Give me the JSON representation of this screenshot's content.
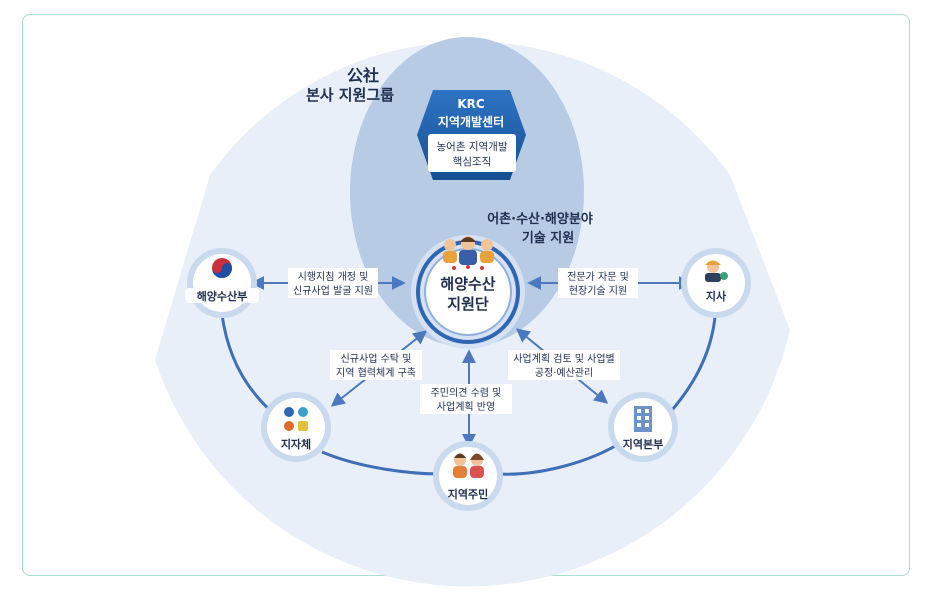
{
  "hq": {
    "title_line1": "公社",
    "title_line2": "본사 지원그룹",
    "krc_line1": "KRC",
    "krc_line2": "지역개발센터",
    "core_line1": "농어촌 지역개발",
    "core_line2": "핵심조직"
  },
  "tech_support": {
    "line1": "어촌·수산·해양분야",
    "line2": "기술 지원"
  },
  "center": {
    "line1": "해양수산",
    "line2": "지원단"
  },
  "nodes": {
    "ministry": "해양수산부",
    "branch": "지사",
    "local_gov": "지자체",
    "regional_hq": "지역본부",
    "residents": "지역주민"
  },
  "links": {
    "ministry_line1": "시행지침 개정 및",
    "ministry_line2": "신규사업 발굴 지원",
    "branch_line1": "전문가 자문 및",
    "branch_line2": "현장기술 지원",
    "localgov_line1": "신규사업 수탁 및",
    "localgov_line2": "지역 협력체계 구축",
    "residents_line1": "주민의견 수렴 및",
    "residents_line2": "사업계획 반영",
    "regional_line1": "사업계획 검토 및 사업별",
    "regional_line2": "공정·예산관리"
  },
  "colors": {
    "frame": "#a9dccd",
    "fan": "#e7eef8",
    "hq_ellipse": "#b4c8e4",
    "badge": "#1f5fa8",
    "node_ring": "#c9d9ee",
    "connector": "#3f6fb8",
    "text": "#1f2f4f"
  }
}
